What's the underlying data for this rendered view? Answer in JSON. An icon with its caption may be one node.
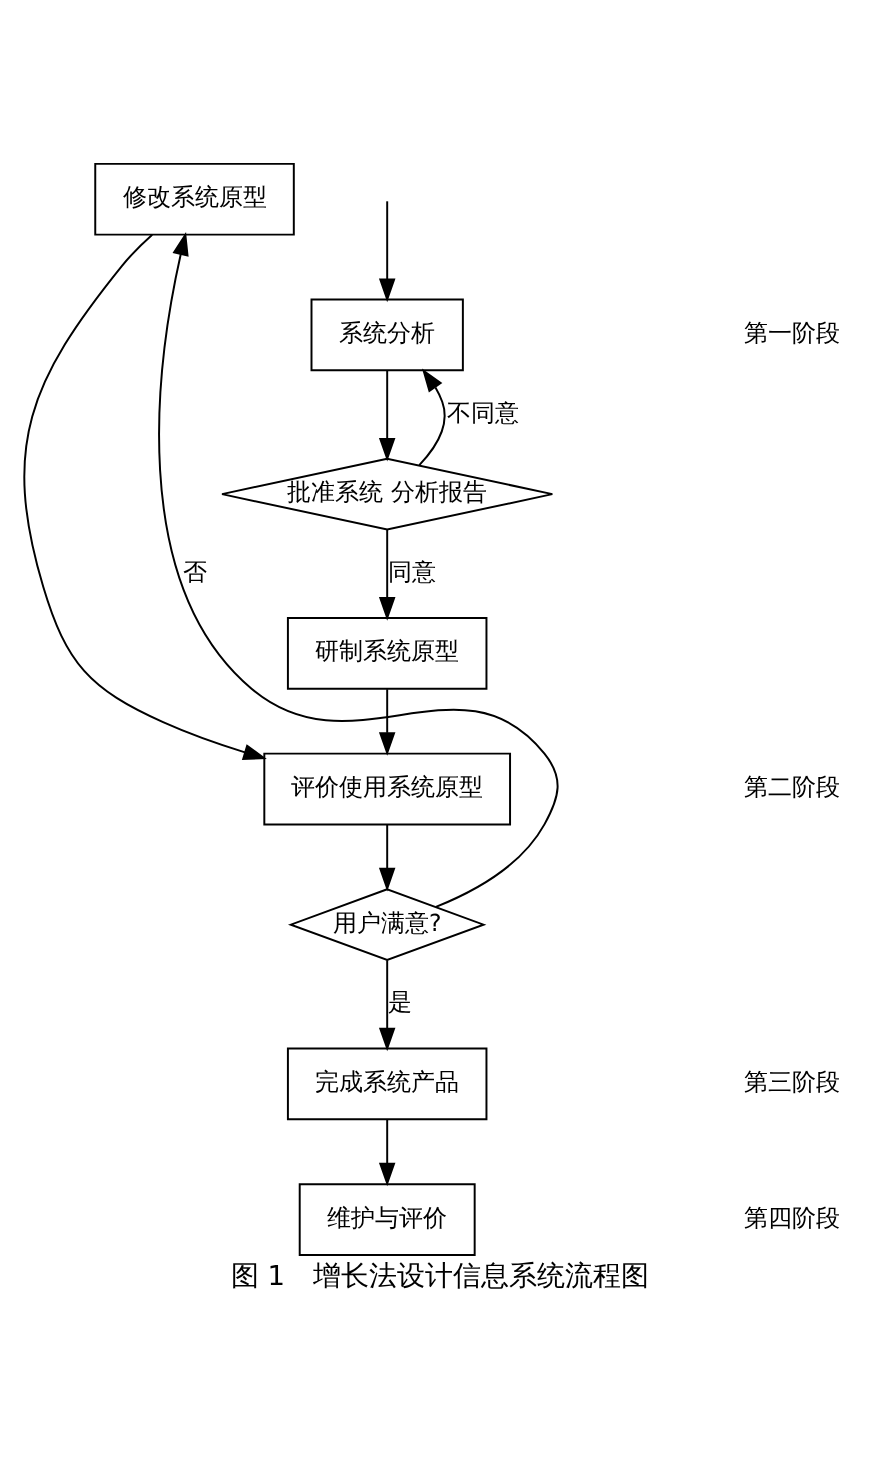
{
  "diagram": {
    "caption": "图 1　增长法设计信息系统流程图",
    "nodes": [
      {
        "text": [
          "系统分析"
        ]
      },
      {
        "text": [
          "批准系统 分析报告"
        ]
      },
      {
        "text": [
          "研制系统原型"
        ]
      },
      {
        "text": [
          "评价使用系统原型"
        ]
      },
      {
        "text": [
          "修改系统原型"
        ]
      },
      {
        "text": [
          "用户满意?"
        ]
      },
      {
        "text": [
          "完成系统产品"
        ]
      },
      {
        "text": [
          "维护与评价"
        ]
      }
    ],
    "edges": [
      {
        "from": null,
        "to": 0,
        "arrow": "to"
      },
      {
        "from": 0,
        "to": 1,
        "arrow": "to"
      },
      {
        "from": 1,
        "to": 0,
        "arrow": "to",
        "label": "不同意"
      },
      {
        "from": 1,
        "to": 2,
        "arrow": "to",
        "label": "同意"
      },
      {
        "from": 2,
        "to": 3,
        "arrow": "to"
      },
      {
        "from": 4,
        "to": 3,
        "arrow": "to"
      },
      {
        "from": 3,
        "to": 5,
        "arrow": "to"
      },
      {
        "from": 5,
        "to": 4,
        "arrow": "to",
        "label": "否"
      },
      {
        "from": 5,
        "to": 6,
        "arrow": "to",
        "label": "是"
      },
      {
        "from": 6,
        "to": 7,
        "arrow": "to"
      }
    ],
    "labels": [
      "第一阶段",
      "第二阶段",
      "第三阶段",
      "第四阶段"
    ]
  }
}
